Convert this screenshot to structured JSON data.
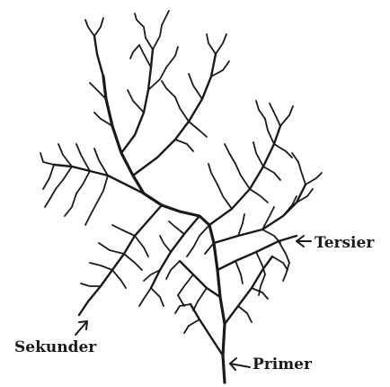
{
  "labels": {
    "tersier": "Tersier",
    "sekunder": "Sekunder",
    "primer": "Primer"
  },
  "colors": {
    "ink": "#1a1a1a",
    "background": "#ffffff"
  }
}
